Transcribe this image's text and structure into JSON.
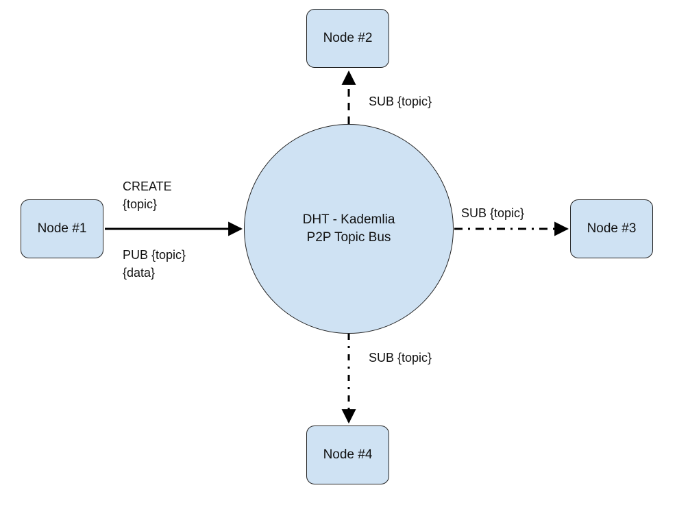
{
  "hub": {
    "line1": "DHT - Kademlia",
    "line2": "P2P Topic Bus"
  },
  "nodes": {
    "node1": "Node #1",
    "node2": "Node #2",
    "node3": "Node #3",
    "node4": "Node #4"
  },
  "edge_labels": {
    "create_line1": "CREATE",
    "create_line2": "{topic}",
    "pub_line1": "PUB {topic}",
    "pub_line2": "{data}",
    "sub_node2": "SUB {topic}",
    "sub_node3": "SUB {topic}",
    "sub_node4": "SUB {topic}"
  },
  "colors": {
    "fill": "#cfe2f3",
    "stroke": "#222222"
  }
}
